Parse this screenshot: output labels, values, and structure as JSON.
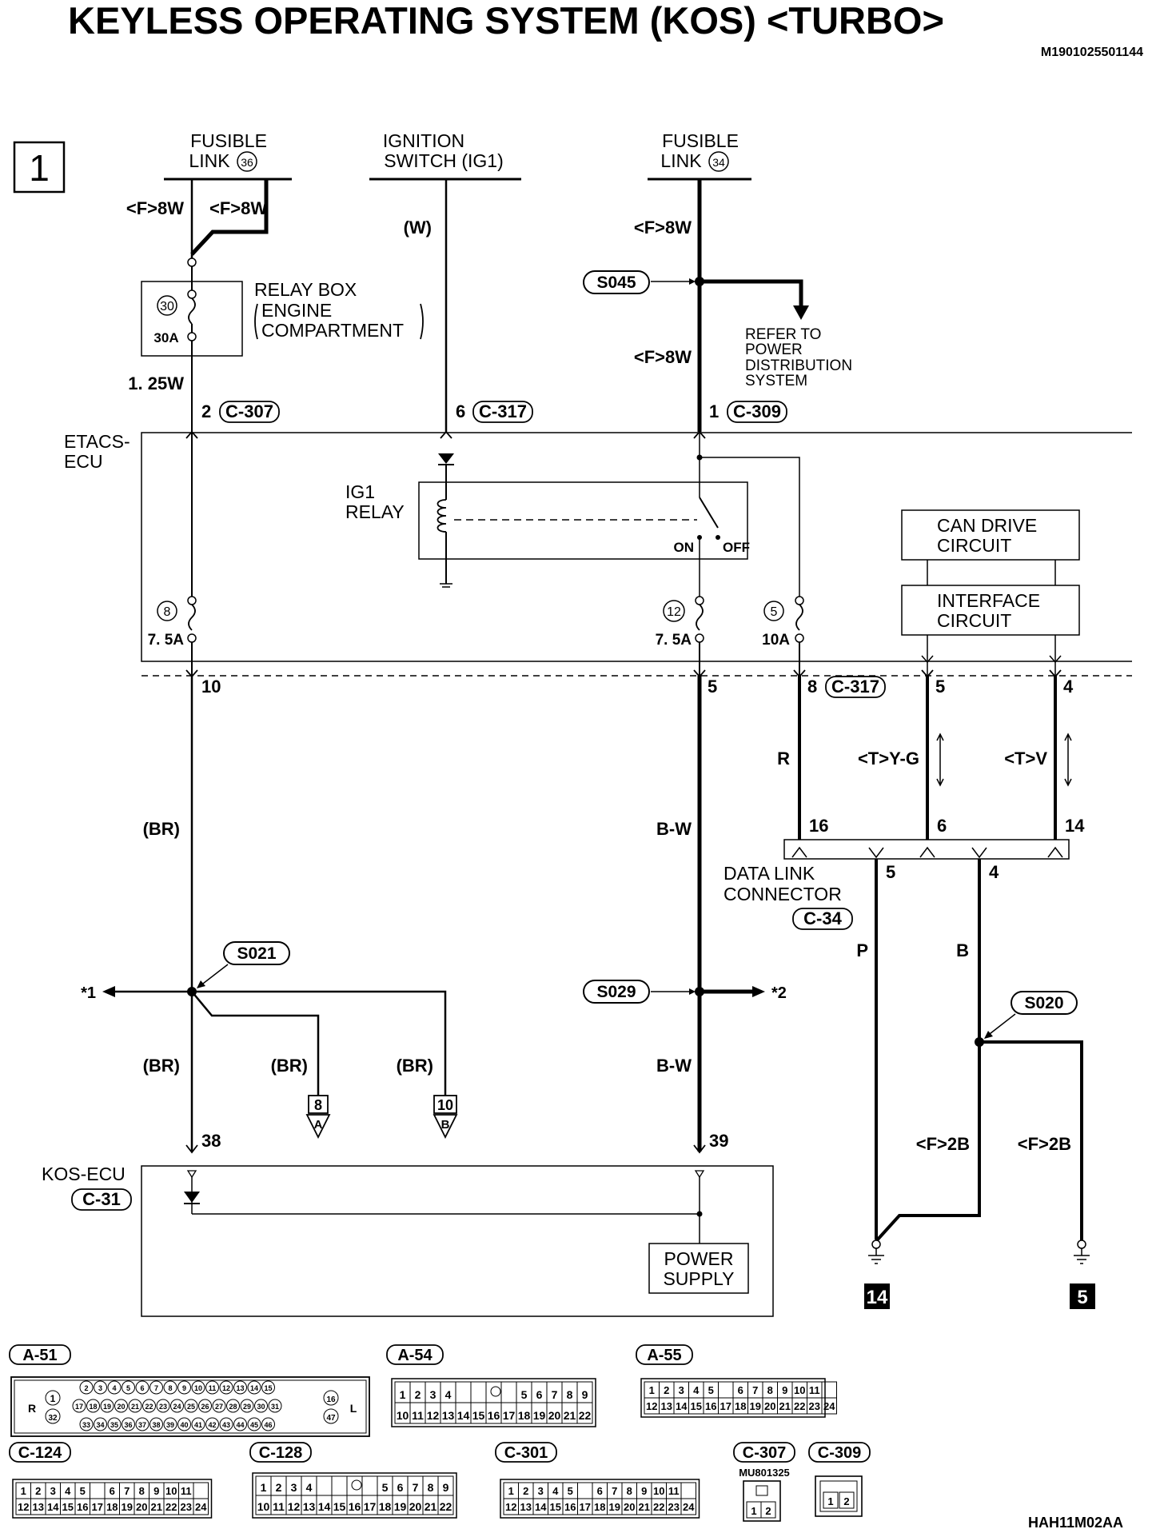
{
  "title": "KEYLESS OPERATING SYSTEM (KOS) <TURBO>",
  "doc_code": "M1901025501144",
  "page_number": "1",
  "bottom_code": "HAH11M02AA",
  "sources": {
    "fusible_link_36": [
      "FUSIBLE",
      "LINK",
      "36"
    ],
    "ignition_switch": [
      "IGNITION",
      "SWITCH (IG1)"
    ],
    "fusible_link_34": [
      "FUSIBLE",
      "LINK",
      "34"
    ]
  },
  "relay_box": {
    "title": "RELAY BOX",
    "sub1": "ENGINE",
    "sub2": "COMPARTMENT",
    "fuse_no": "30",
    "fuse_amp": "30A"
  },
  "refer_note": [
    "REFER TO",
    "POWER",
    "DISTRIBUTION",
    "SYSTEM"
  ],
  "modules": {
    "etacs": [
      "ETACS-",
      "ECU"
    ],
    "ig1_relay": [
      "IG1",
      "RELAY"
    ],
    "on": "ON",
    "off": "OFF",
    "can_drive": [
      "CAN DRIVE",
      "CIRCUIT"
    ],
    "interface": [
      "INTERFACE",
      "CIRCUIT"
    ],
    "data_link": [
      "DATA LINK",
      "CONNECTOR"
    ],
    "data_link_conn": "C-34",
    "kos_ecu": "KOS-ECU",
    "kos_conn": "C-31",
    "power_supply": [
      "POWER",
      "SUPPLY"
    ]
  },
  "fuses": [
    {
      "no": "8",
      "amp": "7. 5A"
    },
    {
      "no": "12",
      "amp": "7. 5A"
    },
    {
      "no": "5",
      "amp": "10A"
    }
  ],
  "wires": {
    "f8w_a": "<F>8W",
    "f8w_b": "<F>8W",
    "f8w_c": "<F>8W",
    "f8w_d": "<F>8W",
    "w": "(W)",
    "w125": "1. 25W",
    "br1": "(BR)",
    "br2": "(BR)",
    "br3": "(BR)",
    "br4": "(BR)",
    "bw1": "B-W",
    "bw2": "B-W",
    "r": "R",
    "tyg": "<T>Y-G",
    "tv": "<T>V",
    "p": "P",
    "b": "B",
    "f2b1": "<F>2B",
    "f2b2": "<F>2B"
  },
  "pins": {
    "c307_pin": "2",
    "c307": "C-307",
    "c317_pin": "6",
    "c317": "C-317",
    "c309_pin": "1",
    "c309": "C-309",
    "p10": "10",
    "p5": "5",
    "p8": "8",
    "c317b": "C-317",
    "p5b": "5",
    "p4": "4",
    "dl16": "16",
    "dl6": "6",
    "dl14": "14",
    "dl5": "5",
    "dl4": "4",
    "p38": "38",
    "p39": "39"
  },
  "splices": [
    "S045",
    "S021",
    "S029",
    "S020"
  ],
  "offpage": {
    "star1": "*1",
    "star2": "*2",
    "a_no": "8",
    "a_letter": "A",
    "b_no": "10",
    "b_letter": "B"
  },
  "grounds": [
    "14",
    "5"
  ],
  "connectors": {
    "a51": "A-51",
    "a54": "A-54",
    "a55": "A-55",
    "c124": "C-124",
    "c128": "C-128",
    "c301": "C-301",
    "c307": "C-307",
    "c307_part": "MU801325",
    "c309": "C-309"
  }
}
